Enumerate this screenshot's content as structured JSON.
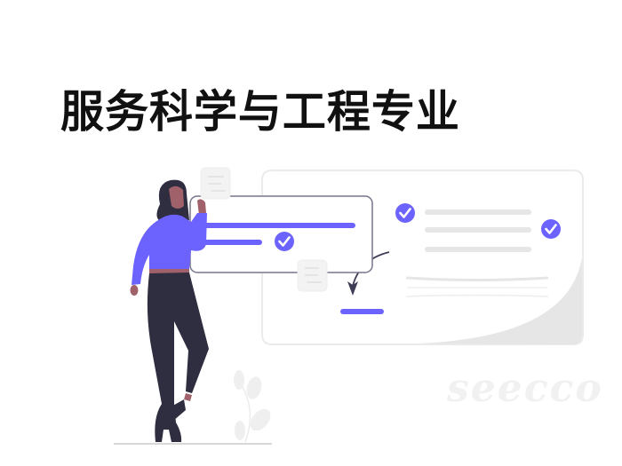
{
  "page": {
    "title": "服务科学与工程专业",
    "watermark": "seecco"
  },
  "illustration": {
    "description": "person presenting checklist cards",
    "colors": {
      "accent": "#6C63FF",
      "dark": "#2F2E41",
      "skin": "#A0616A",
      "light_gray": "#E6E6E6",
      "panel_border": "#EBEBEB",
      "card_border": "#3F3D56"
    },
    "front_card": {
      "check_count": 1,
      "bars": 2
    },
    "back_panel": {
      "check_count": 2,
      "gray_lines": 3,
      "accent_bar": 1
    }
  }
}
